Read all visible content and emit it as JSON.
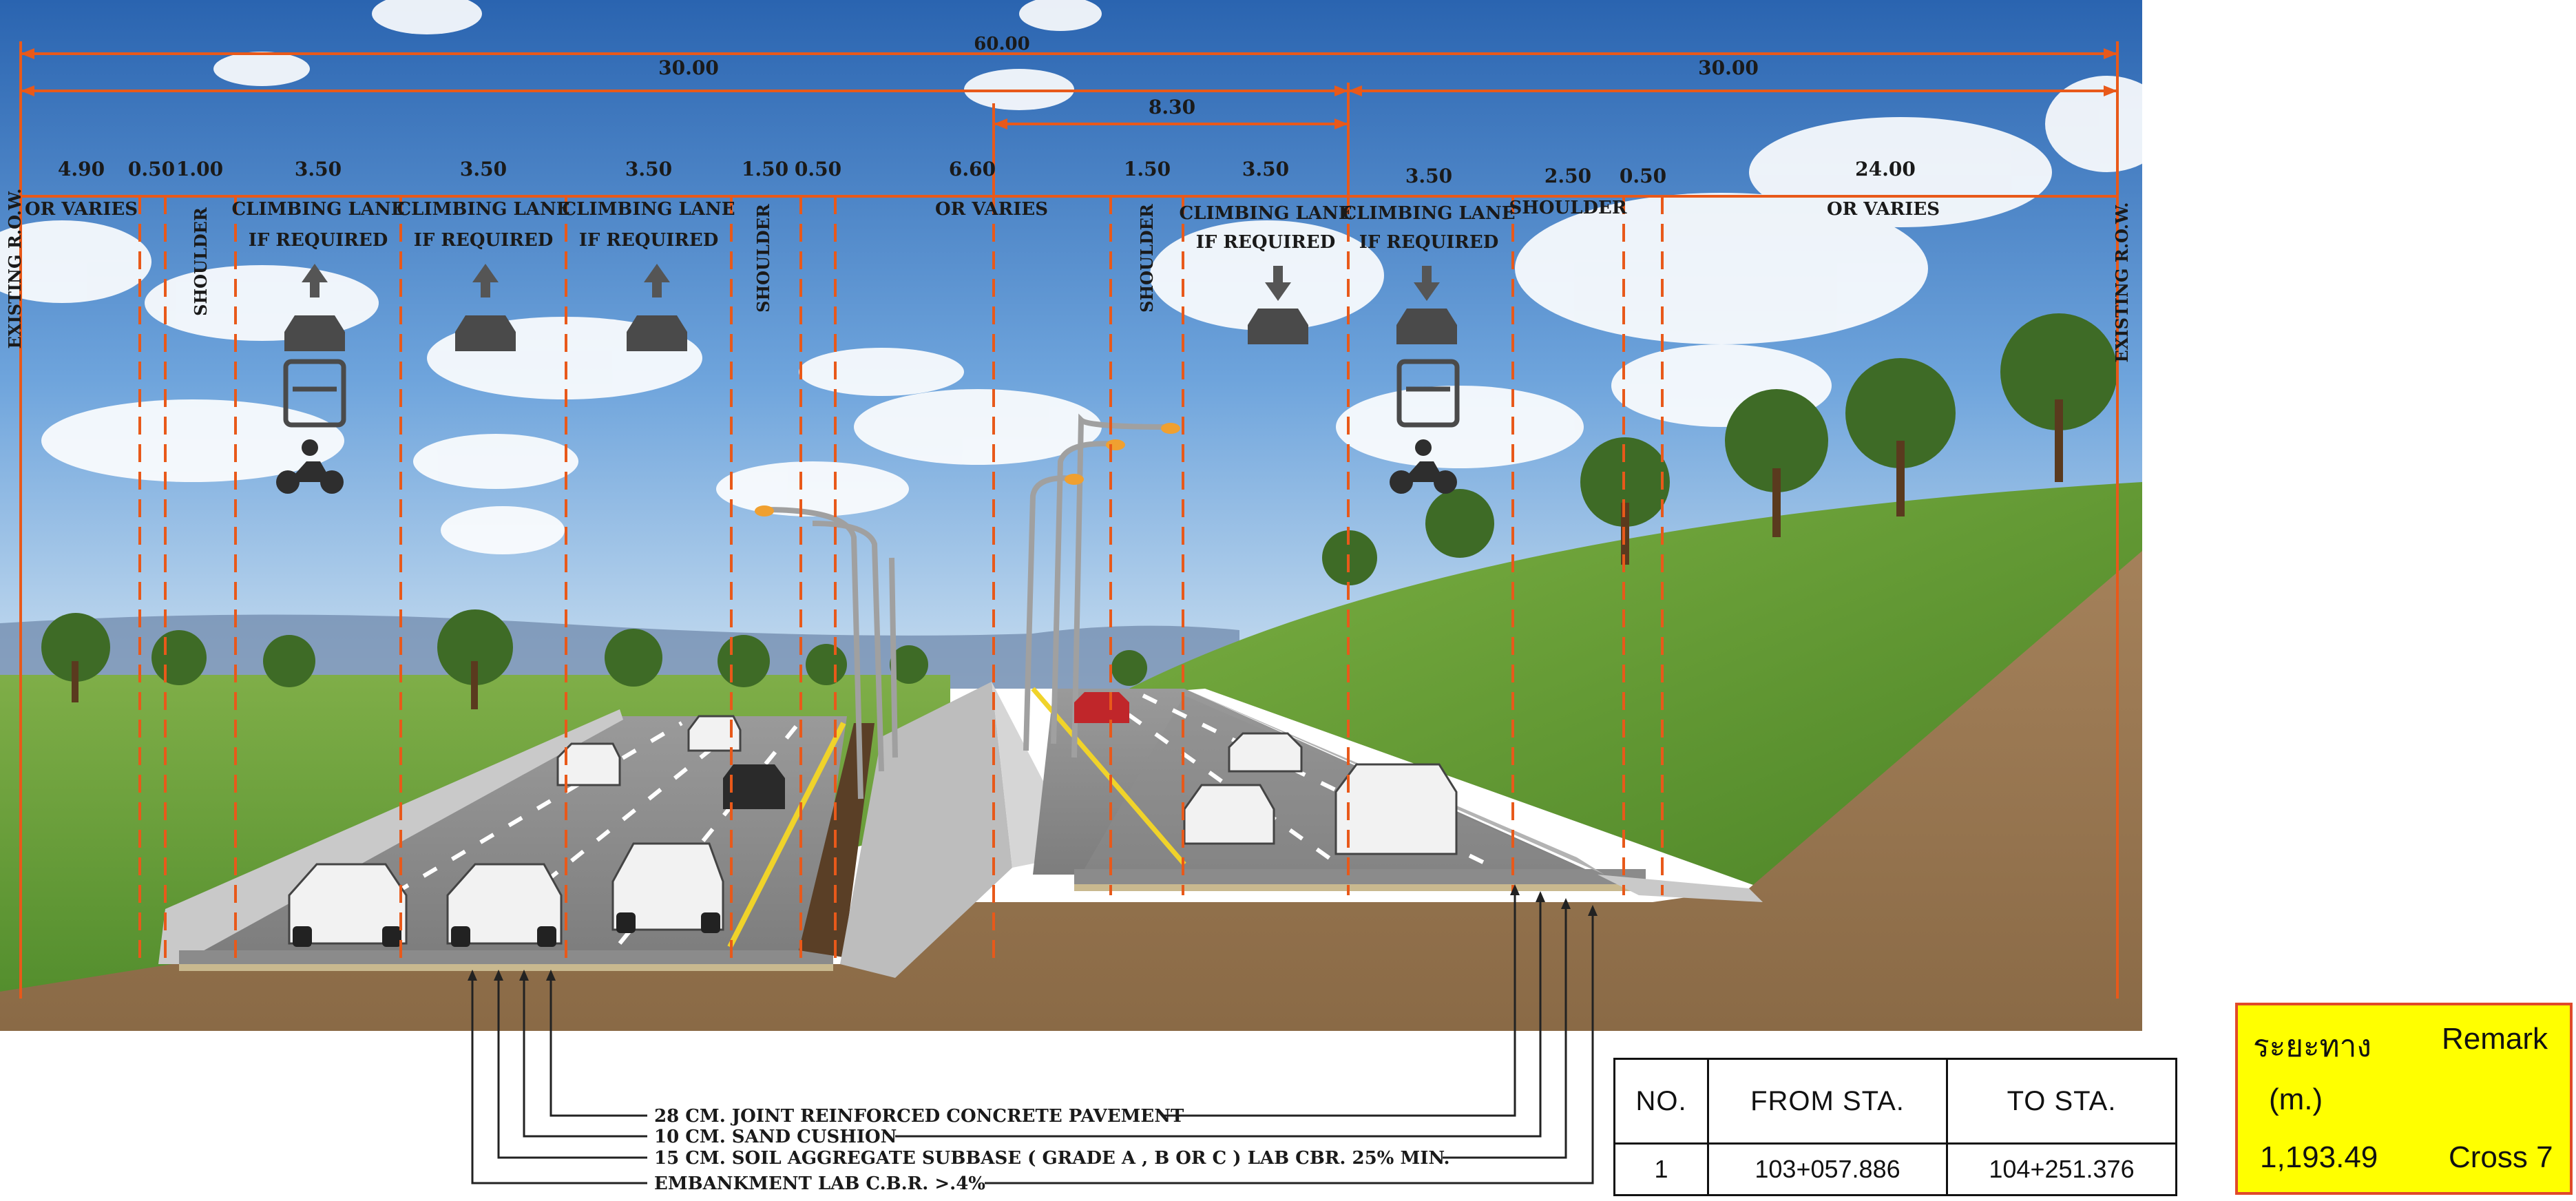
{
  "dimensions": {
    "total": "60.00",
    "half_left": "30.00",
    "half_right": "30.00",
    "median": "8.30",
    "segments": [
      "4.90",
      "0.50",
      "1.00",
      "3.50",
      "3.50",
      "3.50",
      "1.50",
      "0.50",
      "6.60",
      "1.50",
      "3.50",
      "3.50",
      "2.50",
      "0.50",
      "24.00"
    ]
  },
  "labels": {
    "row_left": "EXISTING R.O.W.",
    "row_right": "EXISTING R.O.W.",
    "or_varies": "OR VARIES",
    "shoulder": "SHOULDER",
    "climbing_lane": "CLIMBING LANE",
    "if_required": "IF REQUIRED"
  },
  "layers": [
    "28 CM. JOINT REINFORCED CONCRETE PAVEMENT",
    "10 CM. SAND CUSHION",
    "15 CM. SOIL AGGREGATE SUBBASE ( GRADE A , B OR C ) LAB CBR. 25% MIN.",
    "EMBANKMENT LAB C.B.R. >.4%"
  ],
  "station_table": {
    "headers": [
      "NO.",
      "FROM STA.",
      "TO STA."
    ],
    "rows": [
      [
        "1",
        "103+057.886",
        "104+251.376"
      ]
    ]
  },
  "remark": {
    "distance_label": "ระยะทาง",
    "unit": "(m.)",
    "remark_label": "Remark",
    "distance_value": "1,193.49",
    "remark_value": "Cross 7"
  },
  "colors": {
    "dimension_line": "#e8591a",
    "remark_bg": "#ffff00",
    "remark_border": "#e04a2a",
    "sky_top": "#2f6fb8",
    "grass": "#5f9a35"
  },
  "icons": [
    "arrow-up-icon",
    "car-icon",
    "truck-icon",
    "motorcycle-icon",
    "arrow-down-icon",
    "street-lamp-icon",
    "tree-icon"
  ]
}
